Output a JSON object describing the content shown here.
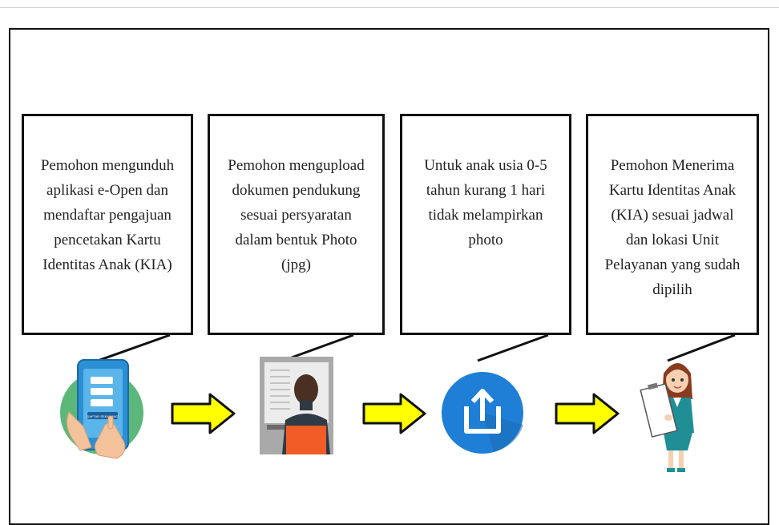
{
  "steps": [
    {
      "text": "Pemohon mengunduh\naplikasi e-Open dan\nmendaftar pengajuan\npencetakan Kartu\nIdentitas Anak (KIA)",
      "icon": "tablet-app-icon"
    },
    {
      "text": "Pemohon mengupload\ndokumen pendukung\nsesuai persyaratan\ndalam bentuk Photo\n(jpg)",
      "icon": "person-computer-icon"
    },
    {
      "text": "Untuk anak usia 0-5\ntahun kurang 1 hari\ntidak melampirkan\nphoto",
      "icon": "upload-icon"
    },
    {
      "text": "Pemohon Menerima\nKartu Identitas Anak\n(KIA)  sesuai jadwal\ndan lokasi Unit\nPelayanan yang sudah\ndipilih",
      "icon": "woman-clipboard-icon"
    }
  ],
  "tablet_button_label": "DAFTAR SEKARANG",
  "colors": {
    "arrow_fill": "#ffff00",
    "upload_circle": "#1f7fd6",
    "tablet_circle": "#5cb87a",
    "tablet_body": "#2b8fd4"
  }
}
